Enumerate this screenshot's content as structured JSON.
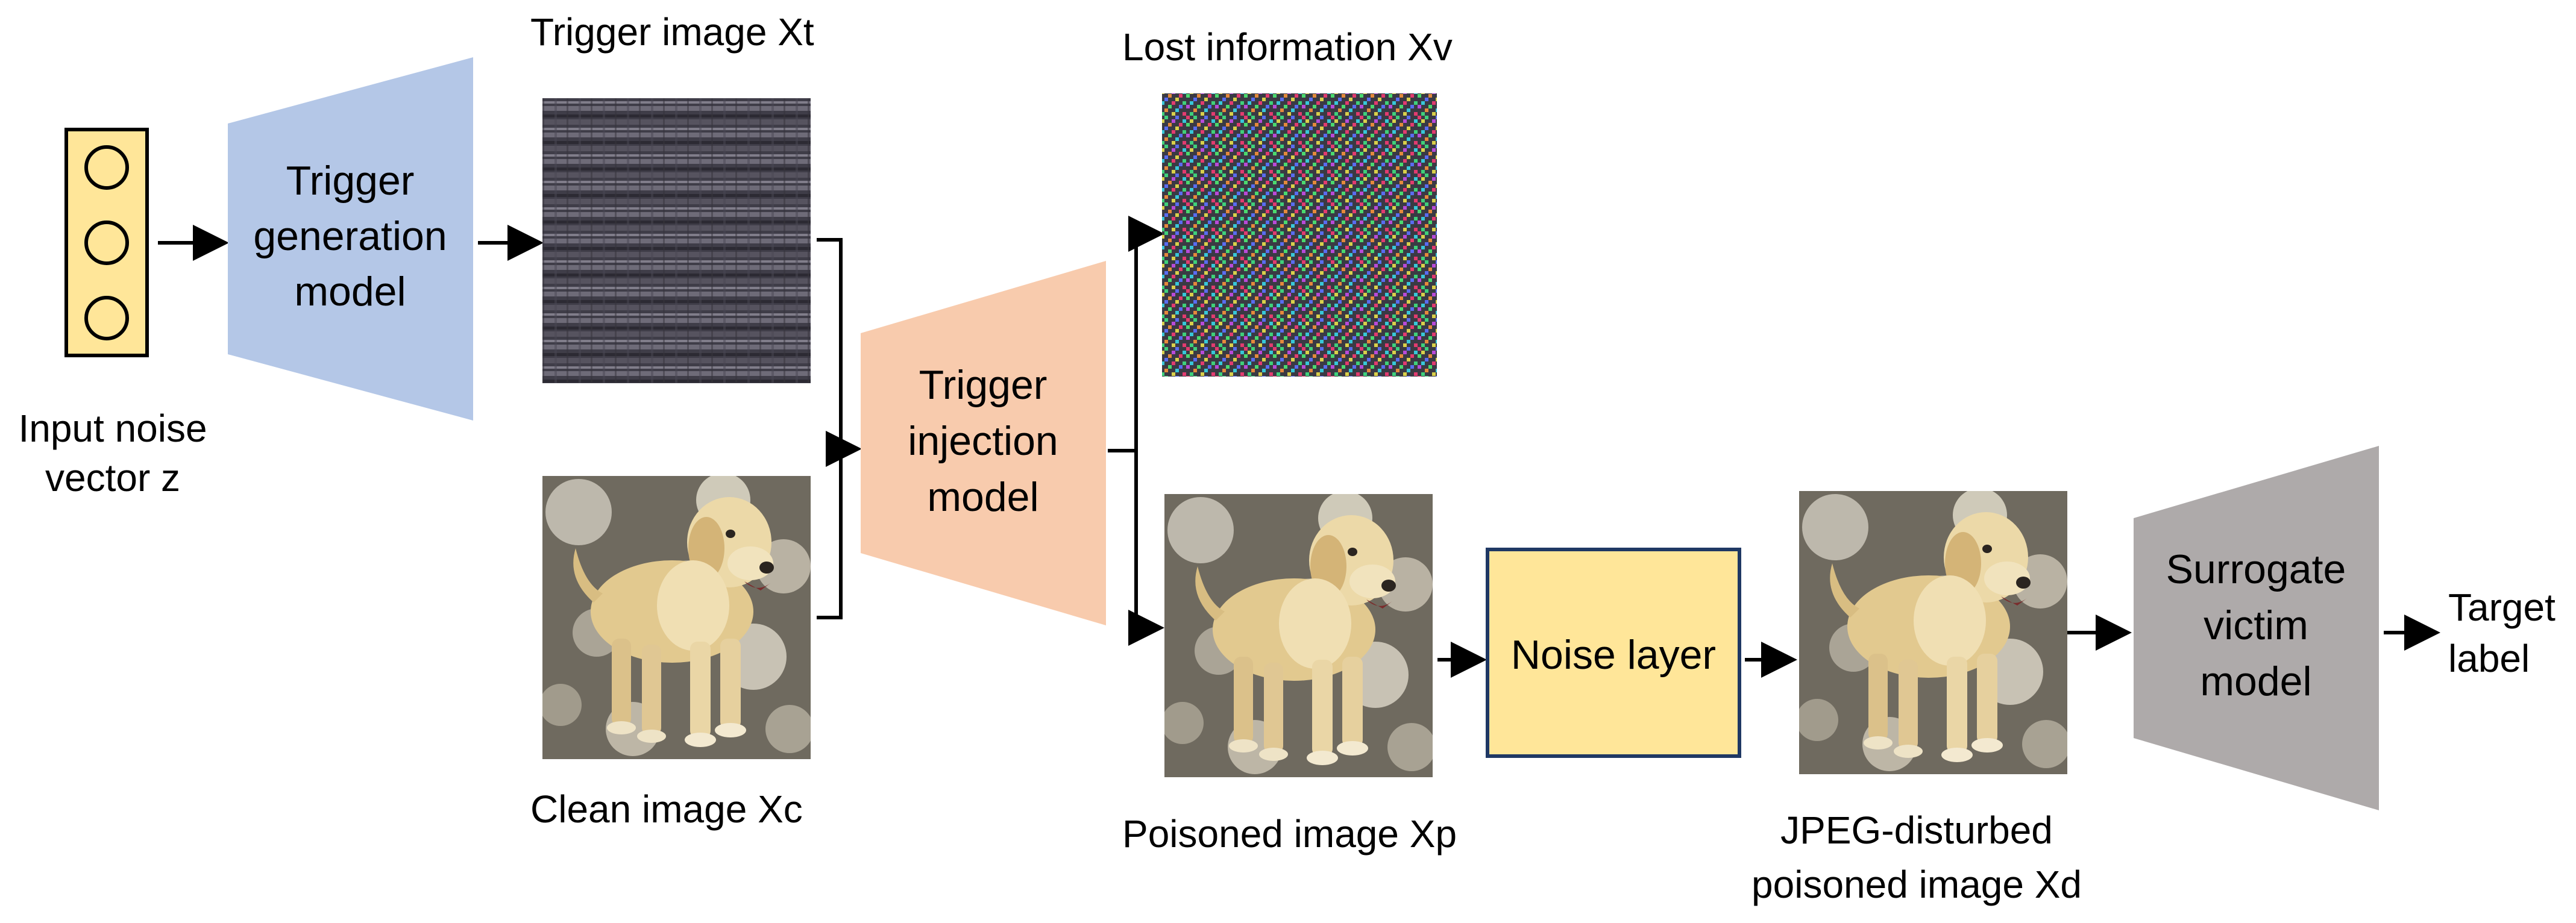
{
  "labels": {
    "input_noise": [
      "Input noise",
      "vector z"
    ],
    "trigger_image": "Trigger image  Xt",
    "clean_image": "Clean image  Xc",
    "lost_information": "Lost information  Xv",
    "poisoned_image": "Poisoned image  Xp",
    "jpeg_disturbed": [
      "JPEG-disturbed",
      "poisoned image Xd"
    ],
    "target_label": [
      "Target",
      "label"
    ]
  },
  "models": {
    "trigger_generation": [
      "Trigger",
      "generation",
      "model"
    ],
    "trigger_injection": [
      "Trigger",
      "injection",
      "model"
    ],
    "noise_layer": "Noise layer",
    "surrogate_victim": [
      "Surrogate",
      "victim",
      "model"
    ]
  },
  "colors": {
    "trigger_generation_fill": "#b4c7e7",
    "trigger_injection_fill": "#f8cbad",
    "noise_layer_fill": "#ffe699",
    "noise_layer_border": "#1f3864",
    "surrogate_fill": "#aeaaaa",
    "input_vector_fill": "#ffe699"
  },
  "icons": {
    "trigger_image": "striped-trigger-pattern",
    "lost_information": "random-color-noise",
    "dog_photo": "golden-retriever-photo"
  }
}
